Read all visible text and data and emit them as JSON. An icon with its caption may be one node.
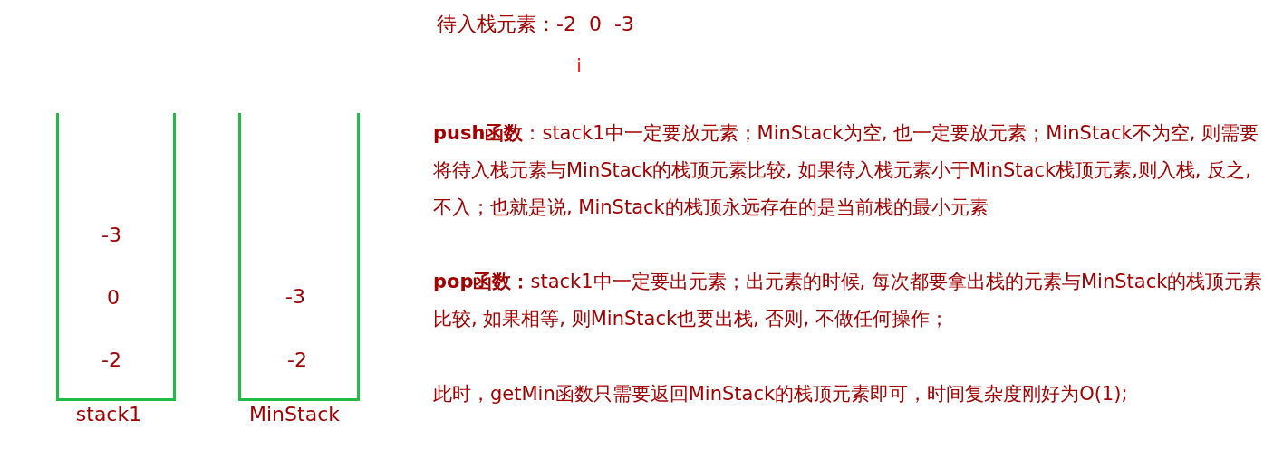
{
  "diagram": {
    "nodes": [
      {
        "text": [
          "stack1"
        ]
      },
      {
        "text": [
          "-3"
        ],
        "in": 0
      },
      {
        "text": [
          "0"
        ],
        "in": 0
      },
      {
        "text": [
          "-2"
        ],
        "in": 0
      },
      {
        "text": [
          "MinStack"
        ]
      },
      {
        "text": [
          "-3"
        ],
        "in": 4
      },
      {
        "text": [
          "-2"
        ],
        "in": 4
      }
    ],
    "edges": [],
    "labels": [
      "待入栈元素：-2  0  -3",
      "i",
      "**push函数**：stack1中一定要放元素；MinStack为空, 也一定要放元素；MinStack不为空, 则需要将待入栈元素与MinStack的栈顶元素比较, 如果待入栈元素小于MinStack栈顶元素,则入栈, 反之, 不入；也就是说, MinStack的栈顶永远存在的是当前栈的最小元素",
      "**pop函数：**stack1中一定要出元素；出元素的时候, 每次都要拿出栈的元素与MinStack的栈顶元素比较, 如果相等, 则MinStack也要出栈, 否则, 不做任何操作；",
      "此时，getMin函数只需要返回MinStack的栈顶元素即可，时间复杂度刚好为O(1);"
    ]
  }
}
